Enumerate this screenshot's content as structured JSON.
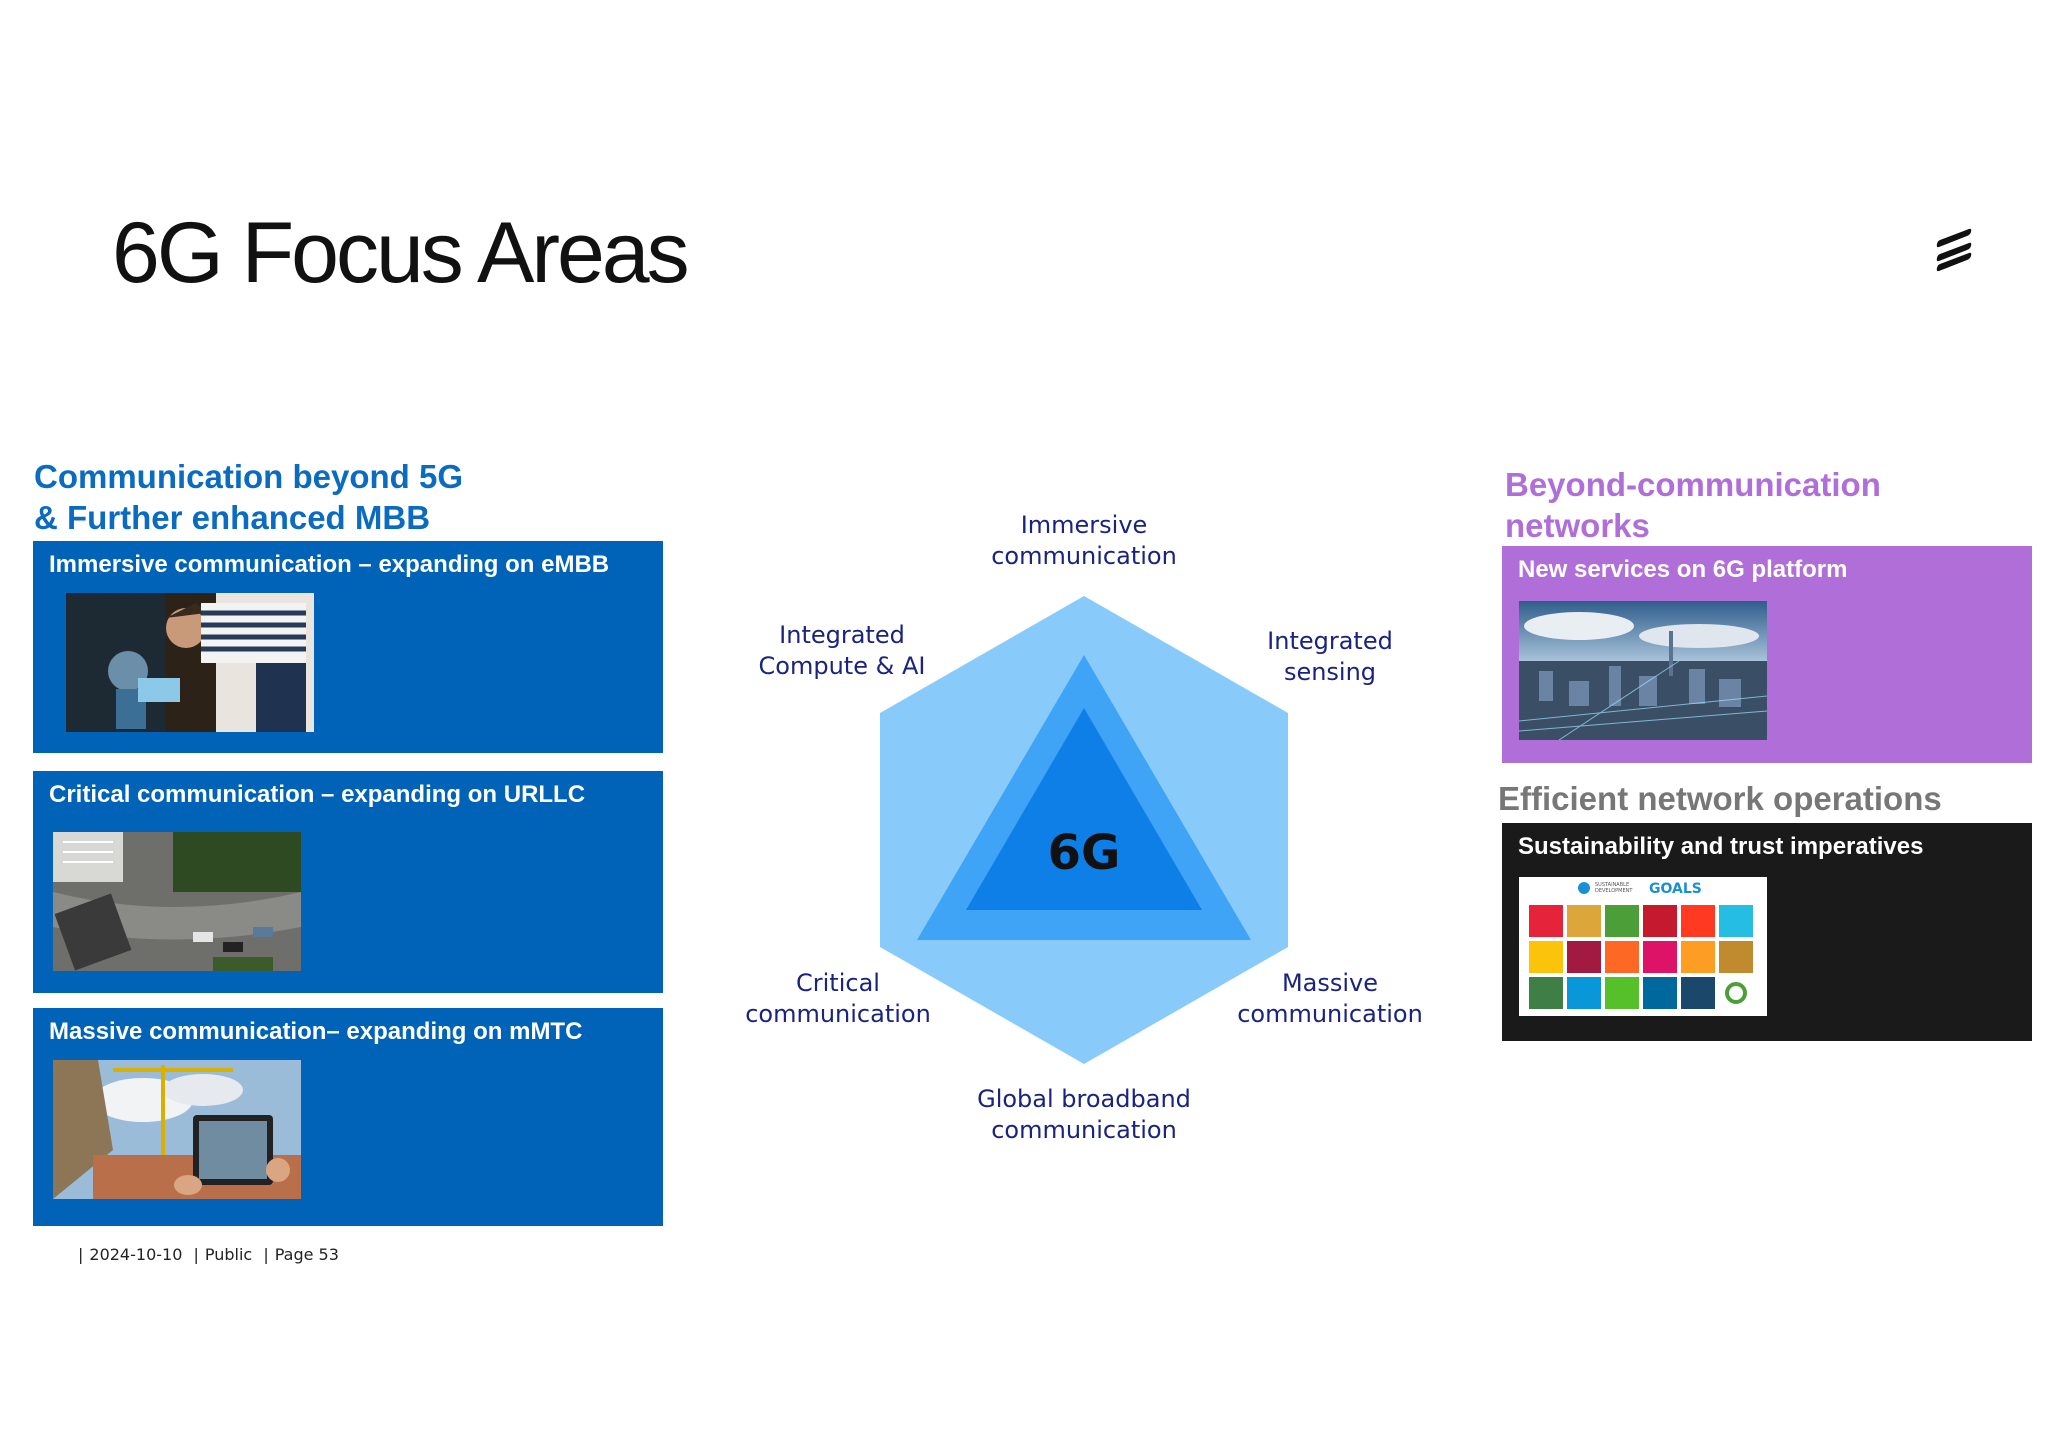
{
  "title": "6G Focus Areas",
  "left": {
    "heading_line1": "Communication beyond 5G",
    "heading_line2": "& Further enhanced MBB",
    "panels": [
      {
        "title": "Immersive communication – expanding on eMBB"
      },
      {
        "title": "Critical communication – expanding on URLLC"
      },
      {
        "title": "Massive communication– expanding on mMTC"
      }
    ]
  },
  "center": {
    "core_label": "6G",
    "labels": {
      "top_line1": "Immersive",
      "top_line2": "communication",
      "upper_left_line1": "Integrated",
      "upper_left_line2": "Compute & AI",
      "upper_right_line1": "Integrated",
      "upper_right_line2": "sensing",
      "lower_left_line1": "Critical",
      "lower_left_line2": "communication",
      "lower_right_line1": "Massive",
      "lower_right_line2": "communication",
      "bottom_line1": "Global broadband",
      "bottom_line2": "communication"
    }
  },
  "right": {
    "heading1_line1": "Beyond-communication",
    "heading1_line2": "networks",
    "panel1_title": "New services on 6G platform",
    "heading2": "Efficient network operations",
    "panel2_title": "Sustainability and trust imperatives",
    "sdg_header": "SUSTAINABLE DEVELOPMENT GOALS",
    "sdg_goals_word": "GOALS"
  },
  "footer": {
    "date": "2024-10-10",
    "classification": "Public",
    "page": "Page 53"
  },
  "colors": {
    "left_panel": "#0163b8",
    "purple_panel": "#b06fd8",
    "dark_panel": "#1a1a1a",
    "hexagon": "#88cbfb",
    "triangle_outer": "#3fa4f5",
    "triangle_inner": "#0f7fe8"
  }
}
